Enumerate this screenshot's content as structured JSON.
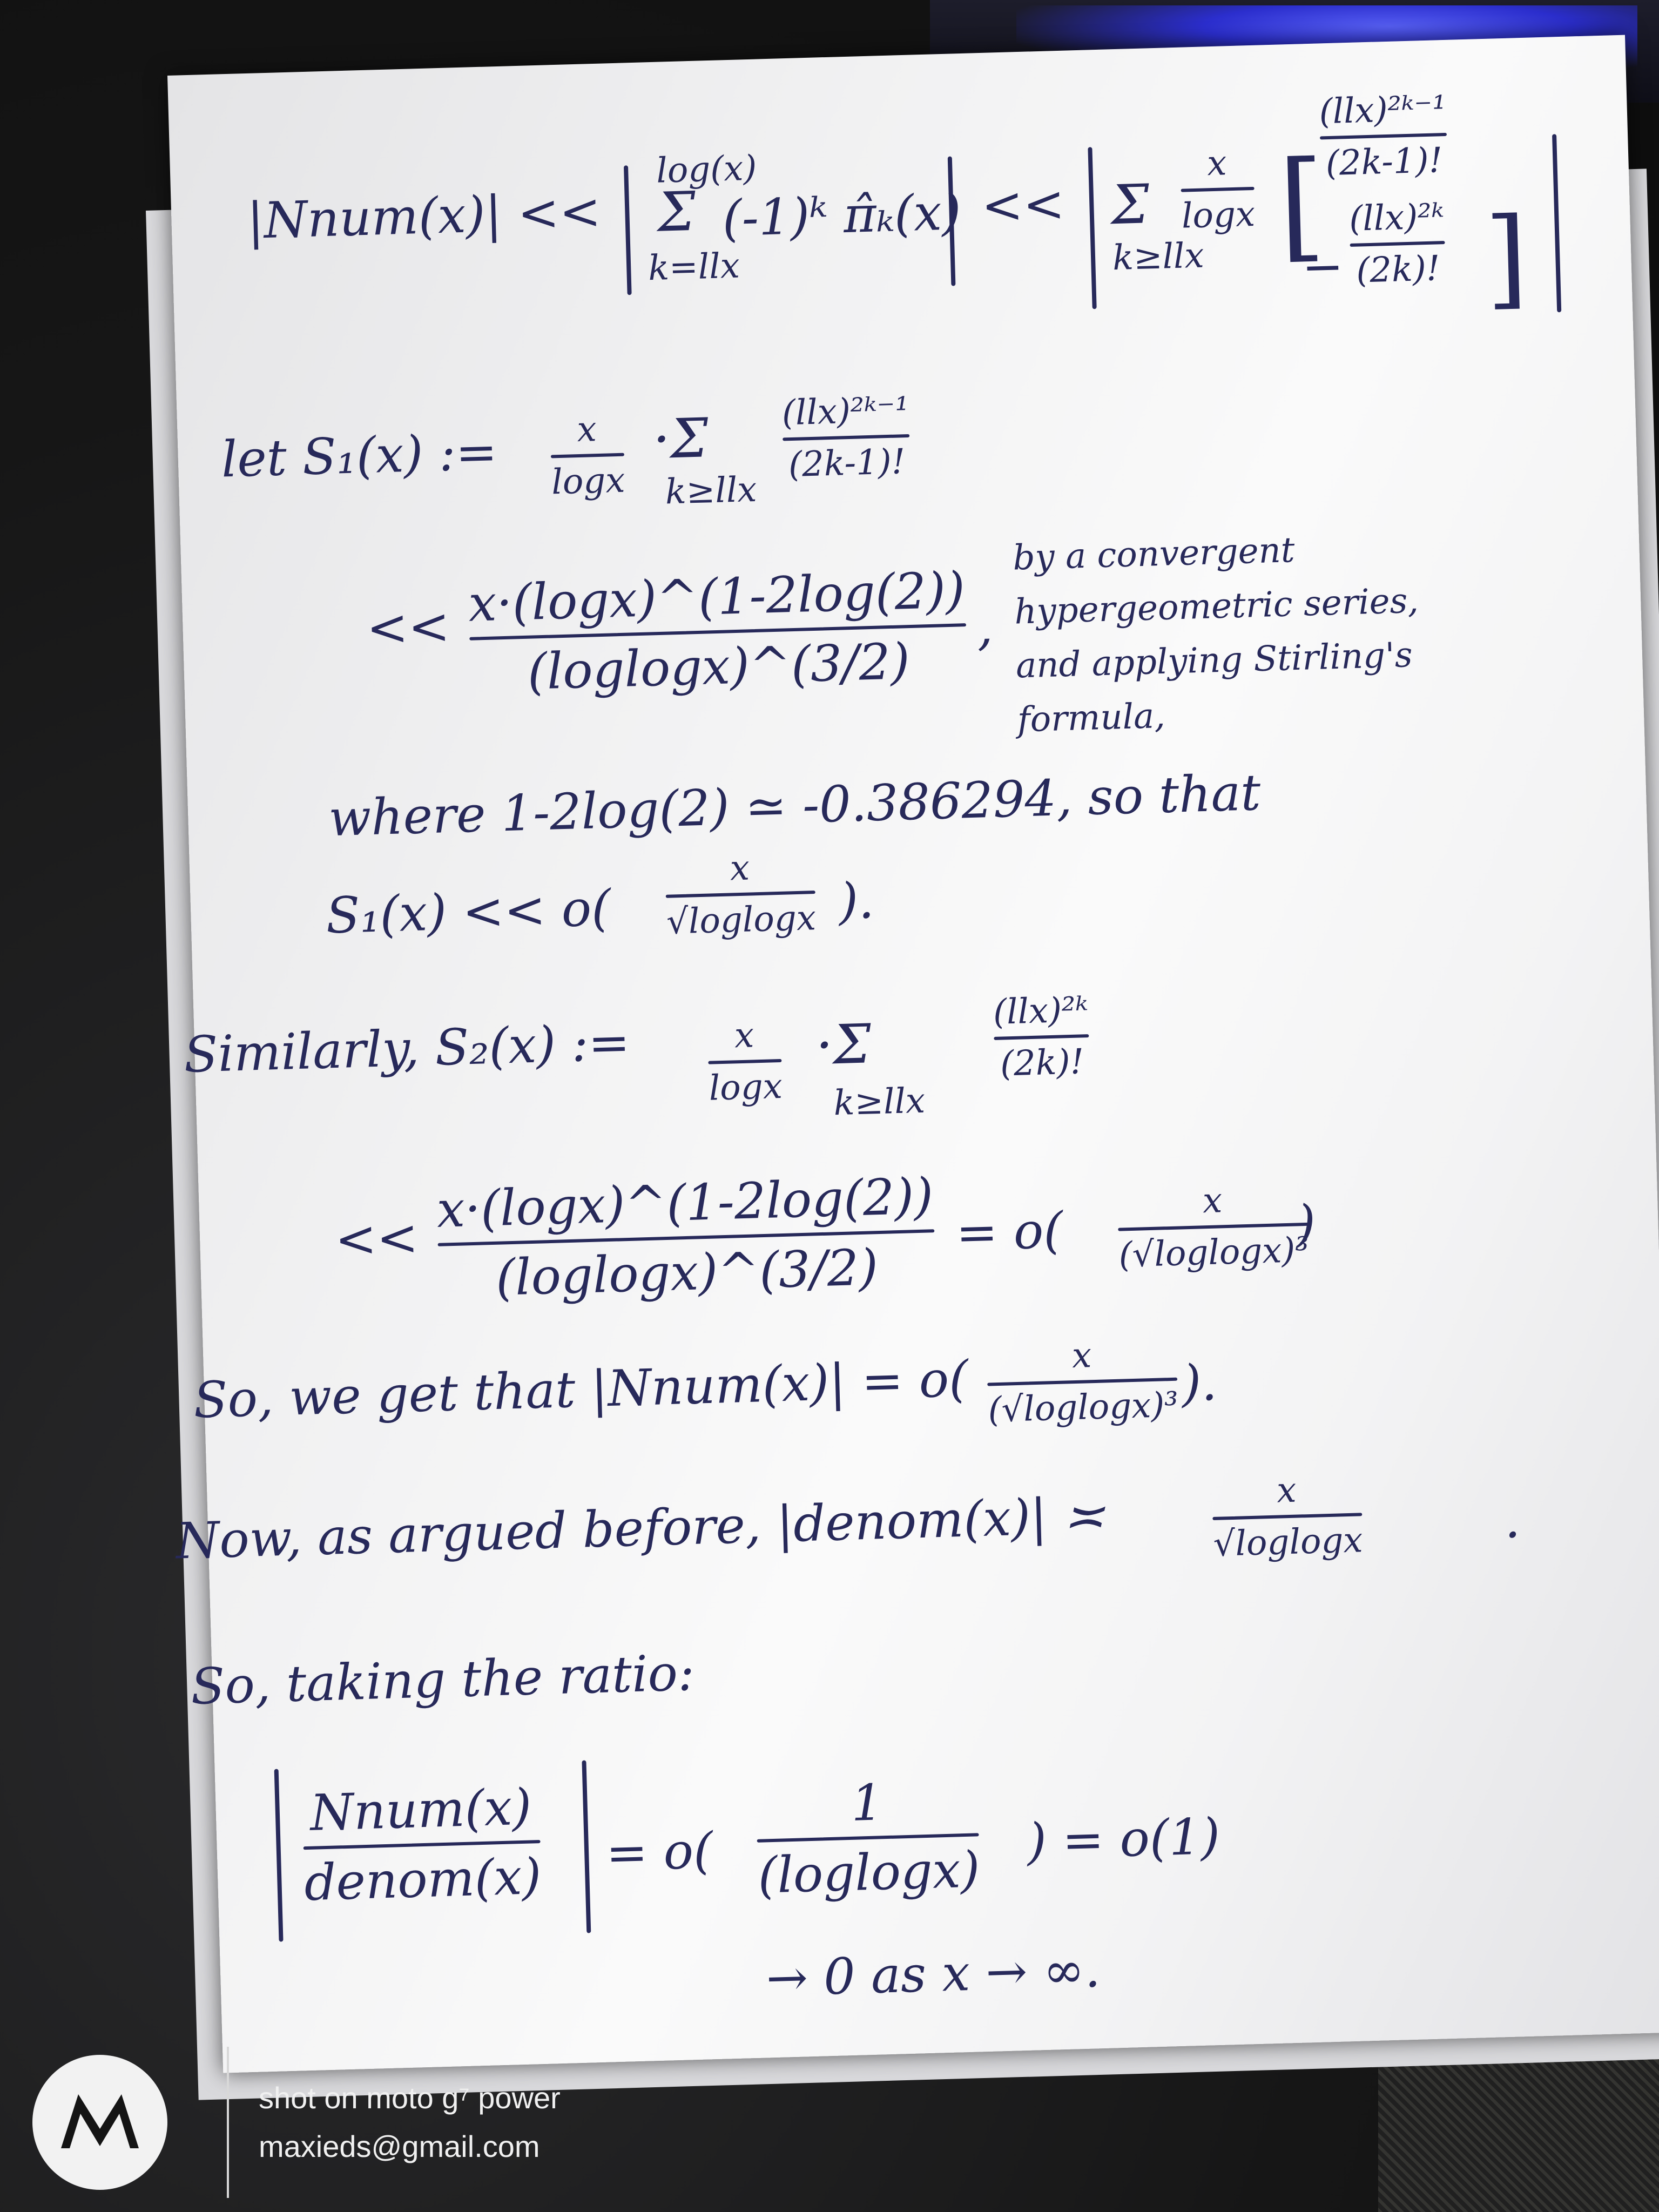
{
  "watermark": {
    "line1": "shot on moto g⁷ power",
    "line2": "maxieds@gmail.com"
  },
  "note": {
    "line1": {
      "lhs": "|Nnum(x)| <<",
      "sum1_upper": "log(x)",
      "sum1_lower": "k=llx",
      "sum1_body": "(-1)ᵏ π̂ₖ(x)",
      "mid": "<<",
      "sum2_lower": "k≥llx",
      "sum2_frac_num": "x",
      "sum2_frac_den": "logx",
      "term1_num": "(llx)²ᵏ⁻¹",
      "term1_den": "(2k-1)!",
      "term2_num": "(llx)²ᵏ",
      "term2_den": "(2k)!"
    },
    "s1": {
      "lead": "let S₁(x) :=",
      "frac_num": "x",
      "frac_den": "logx",
      "sum_lower": "k≥llx",
      "body_num": "(llx)²ᵏ⁻¹",
      "body_den": "(2k-1)!"
    },
    "s1_bound": {
      "rel": "<<",
      "num": "x·(logx)^(1-2log(2))",
      "den": "(loglogx)^(3/2)",
      "comma": ",",
      "reason1": "by a convergent",
      "reason2": "hypergeometric series,",
      "reason3": "and applying Stirling's",
      "reason4": "formula,"
    },
    "where_line": "where 1-2log(2) ≃ -0.386294, so that",
    "s1_concl": {
      "lead": "S₁(x) << o(",
      "num": "x",
      "den": "√loglogx",
      "tail": ")."
    },
    "s2": {
      "lead": "Similarly, S₂(x) :=",
      "frac_num": "x",
      "frac_den": "logx",
      "sum_lower": "k≥llx",
      "body_num": "(llx)²ᵏ",
      "body_den": "(2k)!"
    },
    "s2_bound": {
      "rel": "<<",
      "num": "x·(logx)^(1-2log(2))",
      "den": "(loglogx)^(3/2)",
      "eq": "= o(",
      "o_num": "x",
      "o_den": "(√loglogx)³",
      "tail": ")"
    },
    "so_line": {
      "lead": "So, we get that |Nnum(x)| = o(",
      "num": "x",
      "den": "(√loglogx)³",
      "tail": ")."
    },
    "now_line": {
      "lead": "Now, as argued before, |denom(x)| ≍",
      "num": "x",
      "den": "√loglogx",
      "tail": "."
    },
    "ratio_intro": "So, taking the ratio:",
    "ratio": {
      "num": "Nnum(x)",
      "den": "denom(x)",
      "eq": "= o(",
      "o_num": "1",
      "o_den": "(loglogx)",
      "tail": ") = o(1)"
    },
    "limit": "→ 0 as x → ∞."
  }
}
